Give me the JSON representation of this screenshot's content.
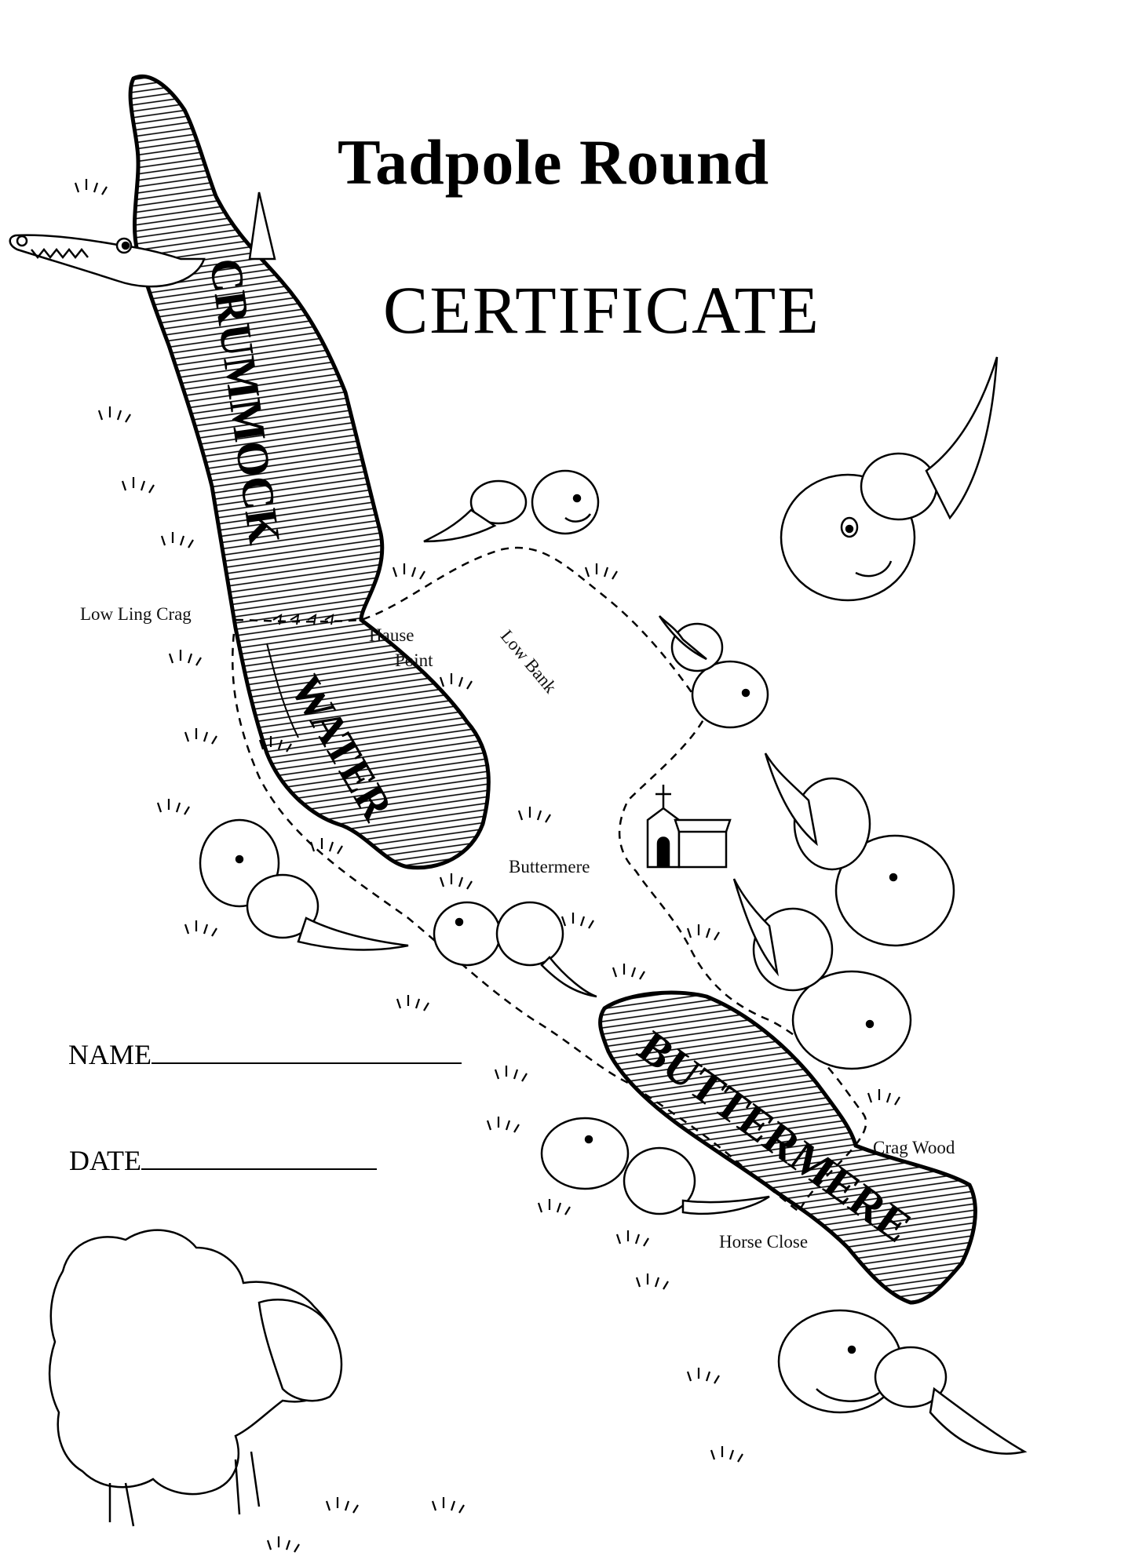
{
  "title": "Tadpole Round",
  "subtitle": "CERTIFICATE",
  "lakes": {
    "crummock": "CRUMMOCK",
    "water": "WATER",
    "buttermere": "BUTTERMERE"
  },
  "places": {
    "low_ling_crag": "Low Ling Crag",
    "hause_point_1": "Hause",
    "hause_point_2": "Point",
    "low_bank": "Low Bank",
    "buttermere_village": "Buttermere",
    "crag_wood": "Crag Wood",
    "horse_close": "Horse Close"
  },
  "form": {
    "name_label": "NAME",
    "date_label": "DATE"
  },
  "icons": [
    "crocodile-icon",
    "tadpole-icon",
    "church-icon",
    "sheep-icon",
    "grass-tuft-icon"
  ]
}
